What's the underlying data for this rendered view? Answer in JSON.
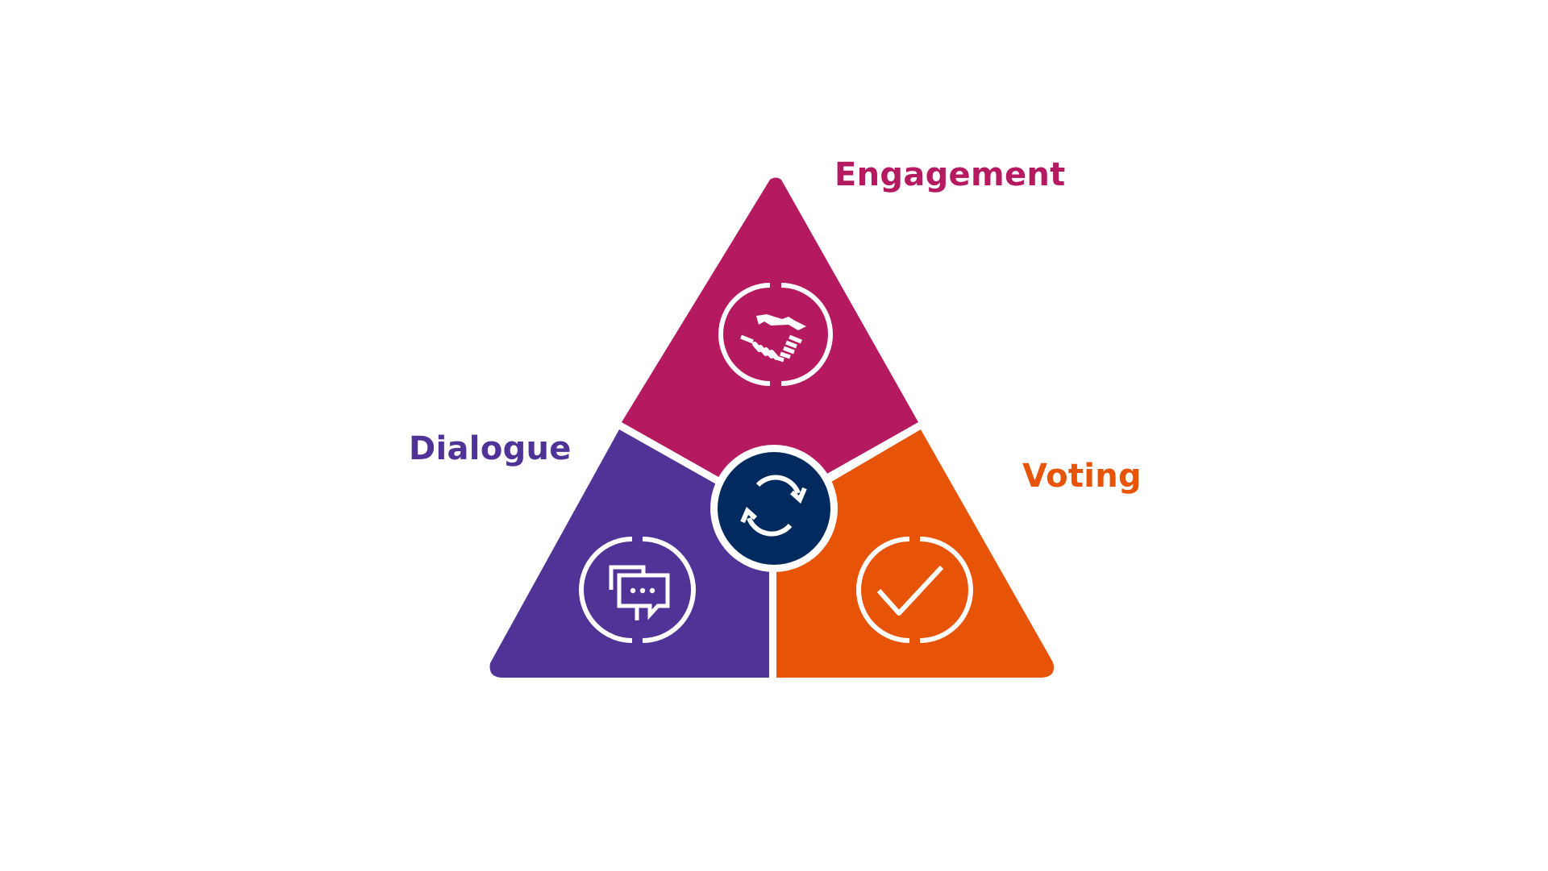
{
  "diagram": {
    "segments": [
      {
        "id": "engagement",
        "label": "Engagement",
        "color": "#b5195f",
        "icon": "handshake-icon"
      },
      {
        "id": "dialogue",
        "label": "Dialogue",
        "color": "#503396",
        "icon": "chat-bubbles-icon"
      },
      {
        "id": "voting",
        "label": "Voting",
        "color": "#e85407",
        "icon": "checkmark-icon"
      }
    ],
    "center": {
      "color": "#032a5e",
      "icon": "refresh-arrows-icon"
    },
    "separator_color": "#ffffff"
  }
}
